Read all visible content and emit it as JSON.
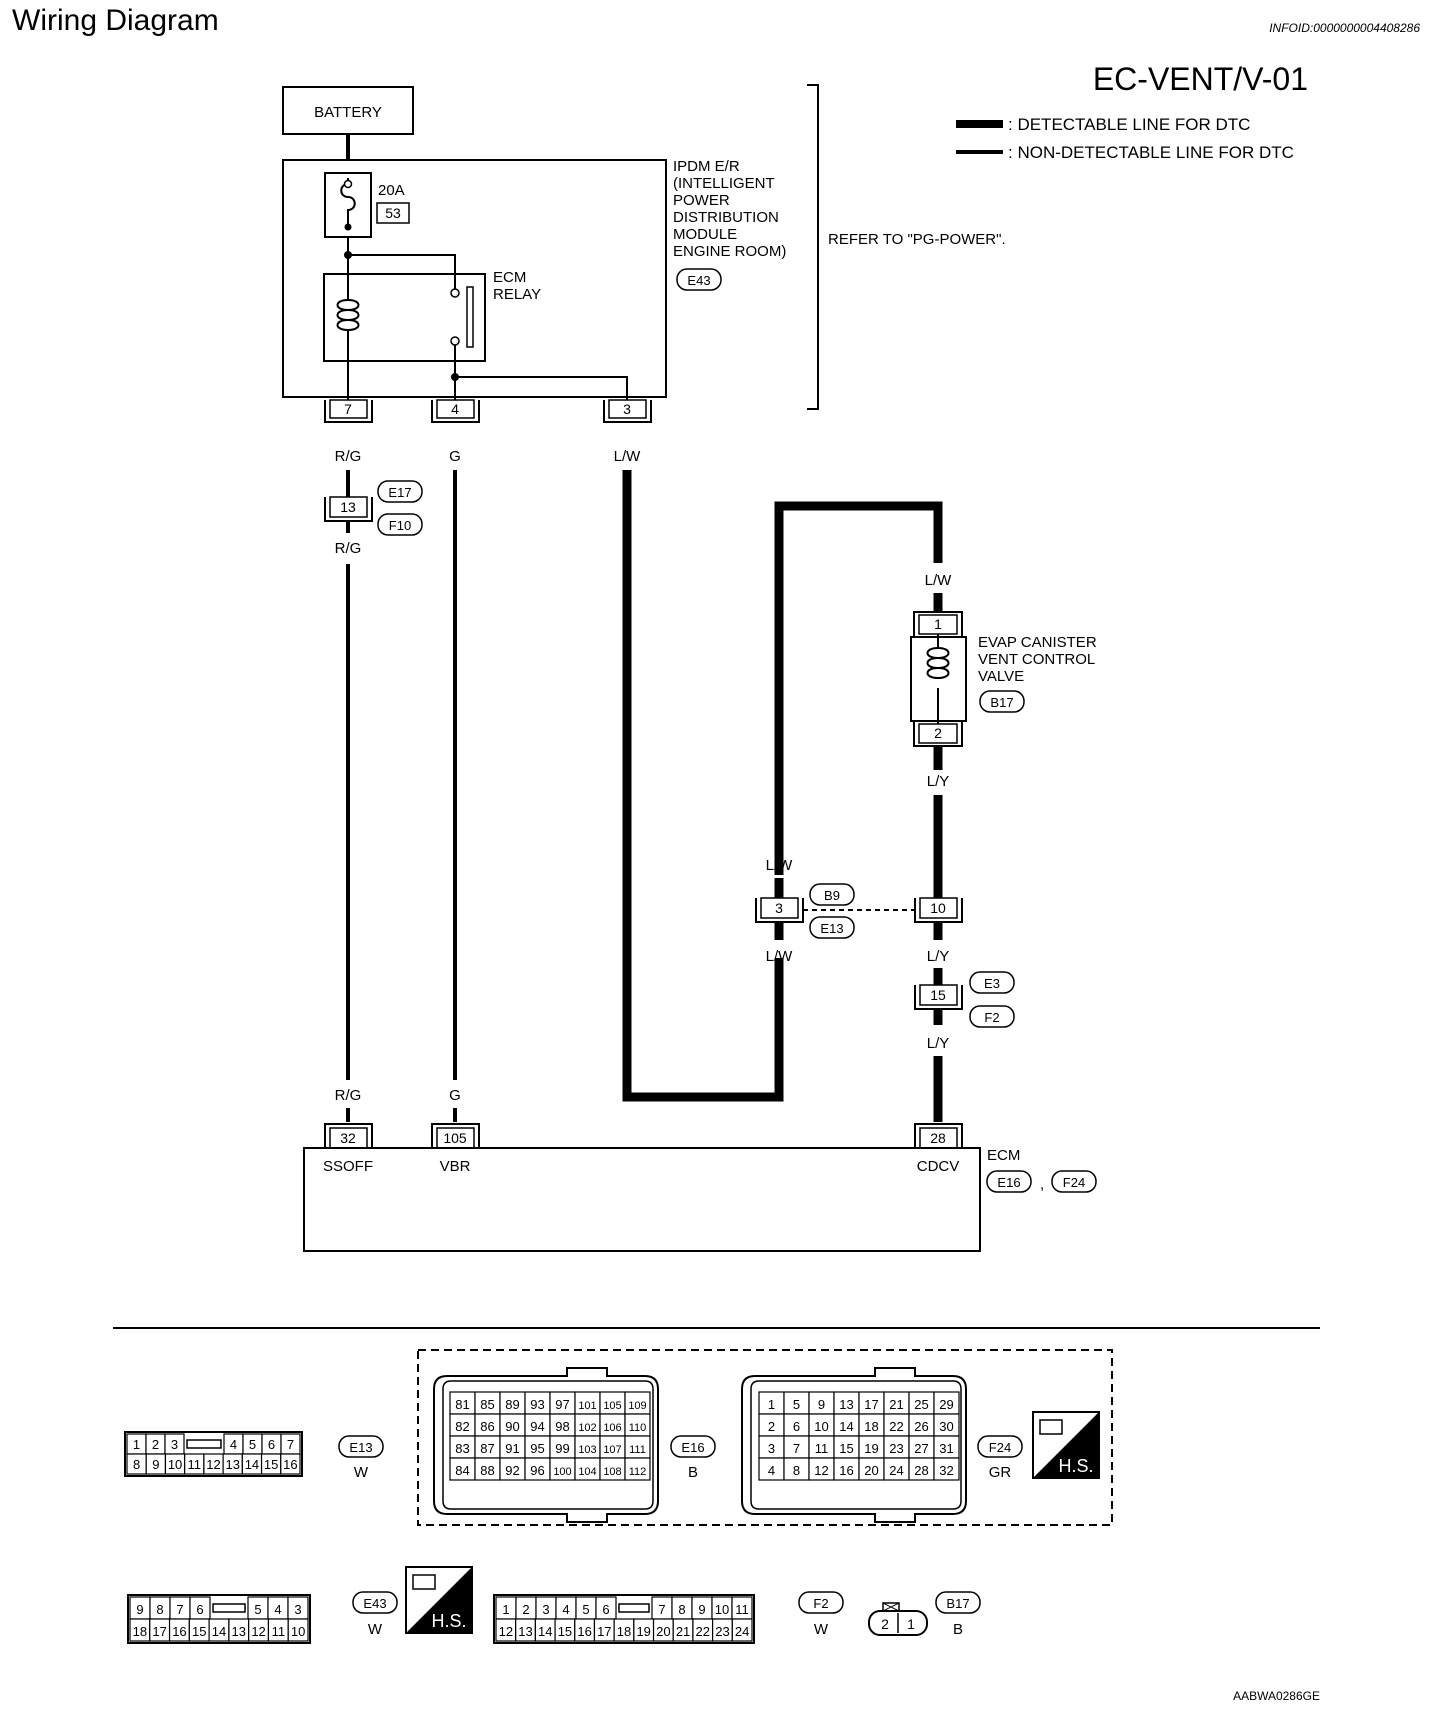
{
  "header": {
    "title": "Wiring Diagram",
    "info_id": "INFOID:0000000004408286",
    "diagram_code": "EC-VENT/V-01",
    "image_code": "AABWA0286GE"
  },
  "legend": {
    "detectable": ": DETECTABLE LINE FOR DTC",
    "non_detectable": ": NON-DETECTABLE LINE FOR DTC"
  },
  "components": {
    "battery": "BATTERY",
    "fuse_amp": "20A",
    "fuse_number": "53",
    "ecm_relay": [
      "ECM",
      "RELAY"
    ],
    "ipdm": [
      "IPDM E/R",
      "(INTELLIGENT",
      "POWER",
      "DISTRIBUTION",
      "MODULE",
      "ENGINE ROOM)"
    ],
    "ipdm_connector": "E43",
    "refer": "REFER TO \"PG-POWER\".",
    "evap_valve": [
      "EVAP CANISTER",
      "VENT CONTROL",
      "VALVE"
    ],
    "evap_connector": "B17",
    "ecm": "ECM",
    "ecm_connectors": [
      "E16",
      "F24"
    ],
    "ecm_pins": {
      "ssoff": "SSOFF",
      "vbr": "VBR",
      "cdcv": "CDCV"
    }
  },
  "pins": {
    "ipdm_7": "7",
    "ipdm_4": "4",
    "ipdm_3": "3",
    "jc_13": "13",
    "valve_1": "1",
    "valve_2": "2",
    "jc_3": "3",
    "jc_10": "10",
    "jc_15": "15",
    "ecm_32": "32",
    "ecm_105": "105",
    "ecm_28": "28"
  },
  "joint_connectors": {
    "e17": "E17",
    "f10": "F10",
    "b9": "B9",
    "e13": "E13",
    "e3": "E3",
    "f2": "F2"
  },
  "wire_colors": {
    "rg": "R/G",
    "g": "G",
    "lw": "L/W",
    "ly": "L/Y"
  },
  "connector_views": {
    "e13": {
      "id": "E13",
      "color": "W",
      "row1": [
        "1",
        "2",
        "3",
        "",
        "4",
        "5",
        "6",
        "7"
      ],
      "row2": [
        "8",
        "9",
        "10",
        "11",
        "12",
        "13",
        "14",
        "15",
        "16"
      ]
    },
    "e16": {
      "id": "E16",
      "color": "B",
      "rows": [
        [
          "81",
          "85",
          "89",
          "93",
          "97",
          "101",
          "105",
          "109"
        ],
        [
          "82",
          "86",
          "90",
          "94",
          "98",
          "102",
          "106",
          "110"
        ],
        [
          "83",
          "87",
          "91",
          "95",
          "99",
          "103",
          "107",
          "111"
        ],
        [
          "84",
          "88",
          "92",
          "96",
          "100",
          "104",
          "108",
          "112"
        ]
      ]
    },
    "f24": {
      "id": "F24",
      "color": "GR",
      "rows": [
        [
          "1",
          "5",
          "9",
          "13",
          "17",
          "21",
          "25",
          "29"
        ],
        [
          "2",
          "6",
          "10",
          "14",
          "18",
          "22",
          "26",
          "30"
        ],
        [
          "3",
          "7",
          "11",
          "15",
          "19",
          "23",
          "27",
          "31"
        ],
        [
          "4",
          "8",
          "12",
          "16",
          "20",
          "24",
          "28",
          "32"
        ]
      ]
    },
    "e43": {
      "id": "E43",
      "color": "W",
      "row1": [
        "9",
        "8",
        "7",
        "6",
        "",
        "5",
        "4",
        "3"
      ],
      "row2": [
        "18",
        "17",
        "16",
        "15",
        "14",
        "13",
        "12",
        "11",
        "10"
      ]
    },
    "f2": {
      "id": "F2",
      "color": "W",
      "row1": [
        "1",
        "2",
        "3",
        "4",
        "5",
        "6",
        "",
        "7",
        "8",
        "9",
        "10",
        "11"
      ],
      "row2": [
        "12",
        "13",
        "14",
        "15",
        "16",
        "17",
        "18",
        "19",
        "20",
        "21",
        "22",
        "23",
        "24"
      ]
    },
    "b17": {
      "id": "B17",
      "color": "B",
      "pins": [
        "2",
        "1"
      ]
    },
    "hs_label": "H.S."
  }
}
